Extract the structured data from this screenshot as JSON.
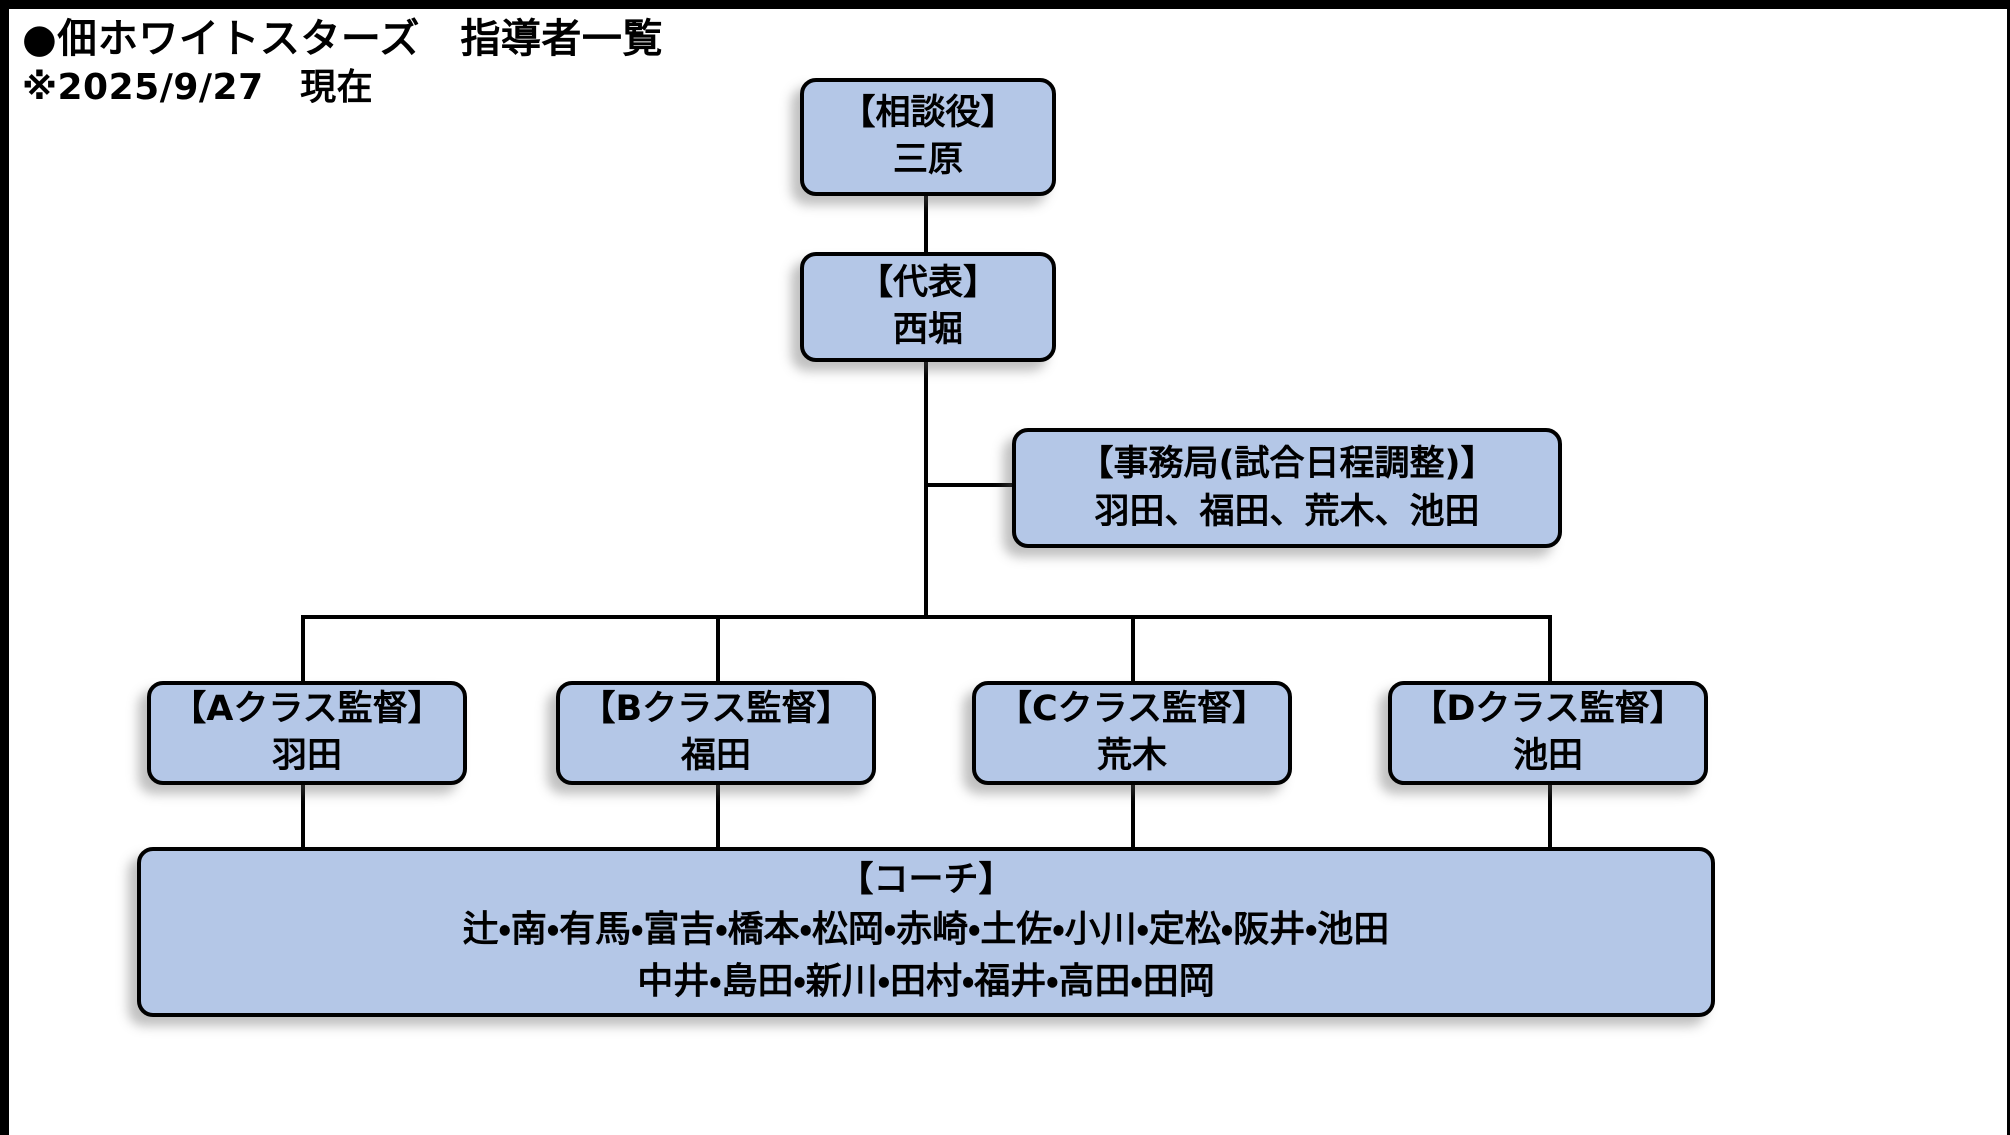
{
  "document": {
    "title_line1": "●佃ホワイトスターズ　指導者一覧",
    "title_line2": "※2025/9/27　現在"
  },
  "theme": {
    "box_fill": "#b4c7e7",
    "box_border": "#000000",
    "text_color": "#000000",
    "page_background": "#ffffff",
    "connector_color": "#000000"
  },
  "chart_data": {
    "type": "diagram",
    "diagram_kind": "org-chart",
    "title": "●佃ホワイトスターズ　指導者一覧",
    "subtitle": "※2025/9/27　現在",
    "nodes": [
      {
        "id": "adviser",
        "role": "【相談役】",
        "members": "三原",
        "level": 0
      },
      {
        "id": "representative",
        "role": "【代表】",
        "members": "西堀",
        "level": 1
      },
      {
        "id": "office",
        "role": "【事務局(試合日程調整)】",
        "members": "羽田、福田、荒木、池田",
        "level": 2
      },
      {
        "id": "class-a",
        "role": "【Aクラス監督】",
        "members": "羽田",
        "level": 3
      },
      {
        "id": "class-b",
        "role": "【Bクラス監督】",
        "members": "福田",
        "level": 3
      },
      {
        "id": "class-c",
        "role": "【Cクラス監督】",
        "members": "荒木",
        "level": 3
      },
      {
        "id": "class-d",
        "role": "【Dクラス監督】",
        "members": "池田",
        "level": 3
      },
      {
        "id": "coaches",
        "role": "【コーチ】",
        "members_line1": "辻・南・有馬・富吉・橋本・松岡・赤崎・土佐・小川・定松・阪井・池田",
        "members_line2": "中井・島田・新川・田村・福井・高田・田岡",
        "level": 4
      }
    ],
    "edges": [
      {
        "from": "adviser",
        "to": "representative"
      },
      {
        "from": "representative",
        "to": "office"
      },
      {
        "from": "representative",
        "to": "class-a"
      },
      {
        "from": "representative",
        "to": "class-b"
      },
      {
        "from": "representative",
        "to": "class-c"
      },
      {
        "from": "representative",
        "to": "class-d"
      },
      {
        "from": "class-a",
        "to": "coaches"
      },
      {
        "from": "class-b",
        "to": "coaches"
      },
      {
        "from": "class-c",
        "to": "coaches"
      },
      {
        "from": "class-d",
        "to": "coaches"
      }
    ]
  }
}
